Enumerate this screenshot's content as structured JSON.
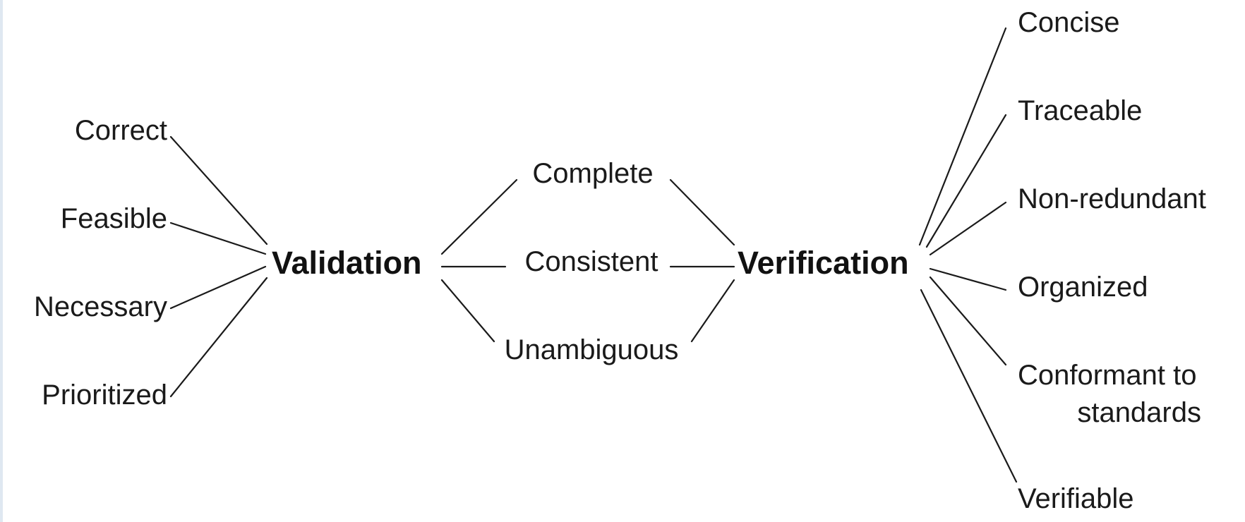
{
  "diagram": {
    "validation": {
      "label": "Validation",
      "attributes": [
        "Correct",
        "Feasible",
        "Necessary",
        "Prioritized"
      ]
    },
    "shared": {
      "attributes": [
        "Complete",
        "Consistent",
        "Unambiguous"
      ]
    },
    "verification": {
      "label": "Verification",
      "attributes": [
        "Concise",
        "Traceable",
        "Non-redundant",
        "Organized",
        "Conformant to",
        "standards",
        "Verifiable"
      ]
    }
  },
  "colors": {
    "line": "#1a1a1a",
    "text": "#1a1a1a",
    "background": "#ffffff",
    "edge_strip": "#dfe8f1"
  }
}
